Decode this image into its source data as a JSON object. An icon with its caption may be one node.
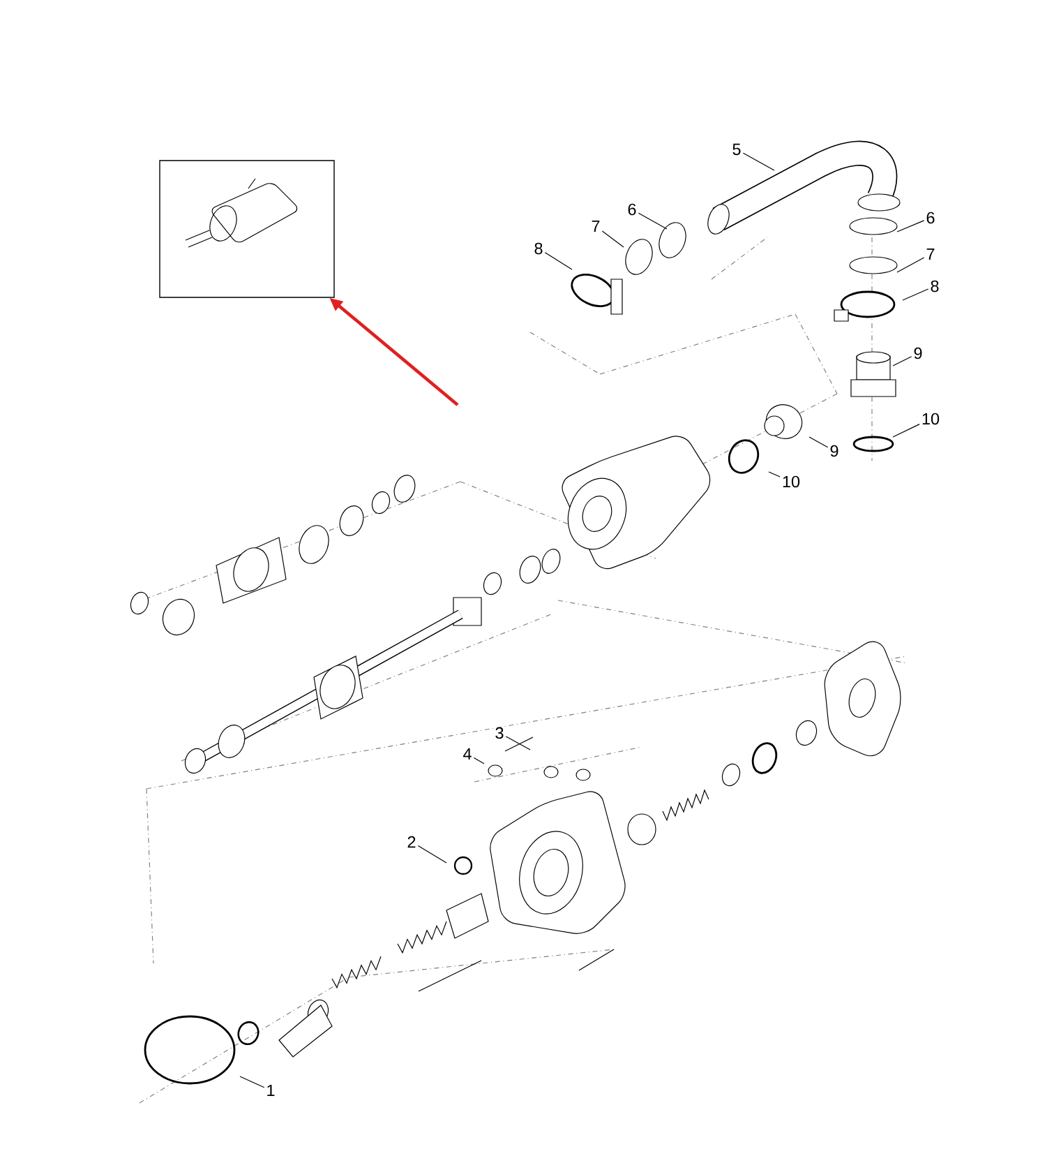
{
  "diagram": {
    "nodes": [
      {
        "text": [],
        "shape": "picture"
      },
      {
        "text": [
          "5"
        ]
      },
      {
        "text": [
          "6"
        ]
      },
      {
        "text": [
          "7"
        ]
      },
      {
        "text": [
          "8"
        ]
      },
      {
        "text": [
          "6"
        ]
      },
      {
        "text": [
          "7"
        ]
      },
      {
        "text": [
          "8"
        ]
      },
      {
        "text": [
          "9"
        ]
      },
      {
        "text": [
          "10"
        ]
      },
      {
        "text": [
          "9"
        ]
      },
      {
        "text": [
          "10"
        ]
      },
      {
        "text": [
          "3"
        ]
      },
      {
        "text": [
          "4"
        ]
      },
      {
        "text": [
          "2"
        ]
      },
      {
        "text": [
          "1"
        ]
      }
    ],
    "edges": [
      {
        "from": null,
        "to": 0,
        "arrow": "to",
        "color": "#e02020",
        "style": "thick"
      },
      {
        "from": 1,
        "to": null,
        "arrow": "none"
      },
      {
        "from": 2,
        "to": null,
        "arrow": "none"
      },
      {
        "from": 3,
        "to": null,
        "arrow": "none"
      },
      {
        "from": 4,
        "to": null,
        "arrow": "none"
      },
      {
        "from": 5,
        "to": null,
        "arrow": "none"
      },
      {
        "from": 6,
        "to": null,
        "arrow": "none"
      },
      {
        "from": 7,
        "to": null,
        "arrow": "none"
      },
      {
        "from": 8,
        "to": null,
        "arrow": "none"
      },
      {
        "from": 9,
        "to": null,
        "arrow": "none"
      },
      {
        "from": 10,
        "to": null,
        "arrow": "none"
      },
      {
        "from": 11,
        "to": null,
        "arrow": "none"
      },
      {
        "from": 12,
        "to": null,
        "arrow": "none"
      },
      {
        "from": 13,
        "to": null,
        "arrow": "none"
      },
      {
        "from": 14,
        "to": null,
        "arrow": "none"
      },
      {
        "from": 15,
        "to": null,
        "arrow": "none"
      }
    ]
  }
}
